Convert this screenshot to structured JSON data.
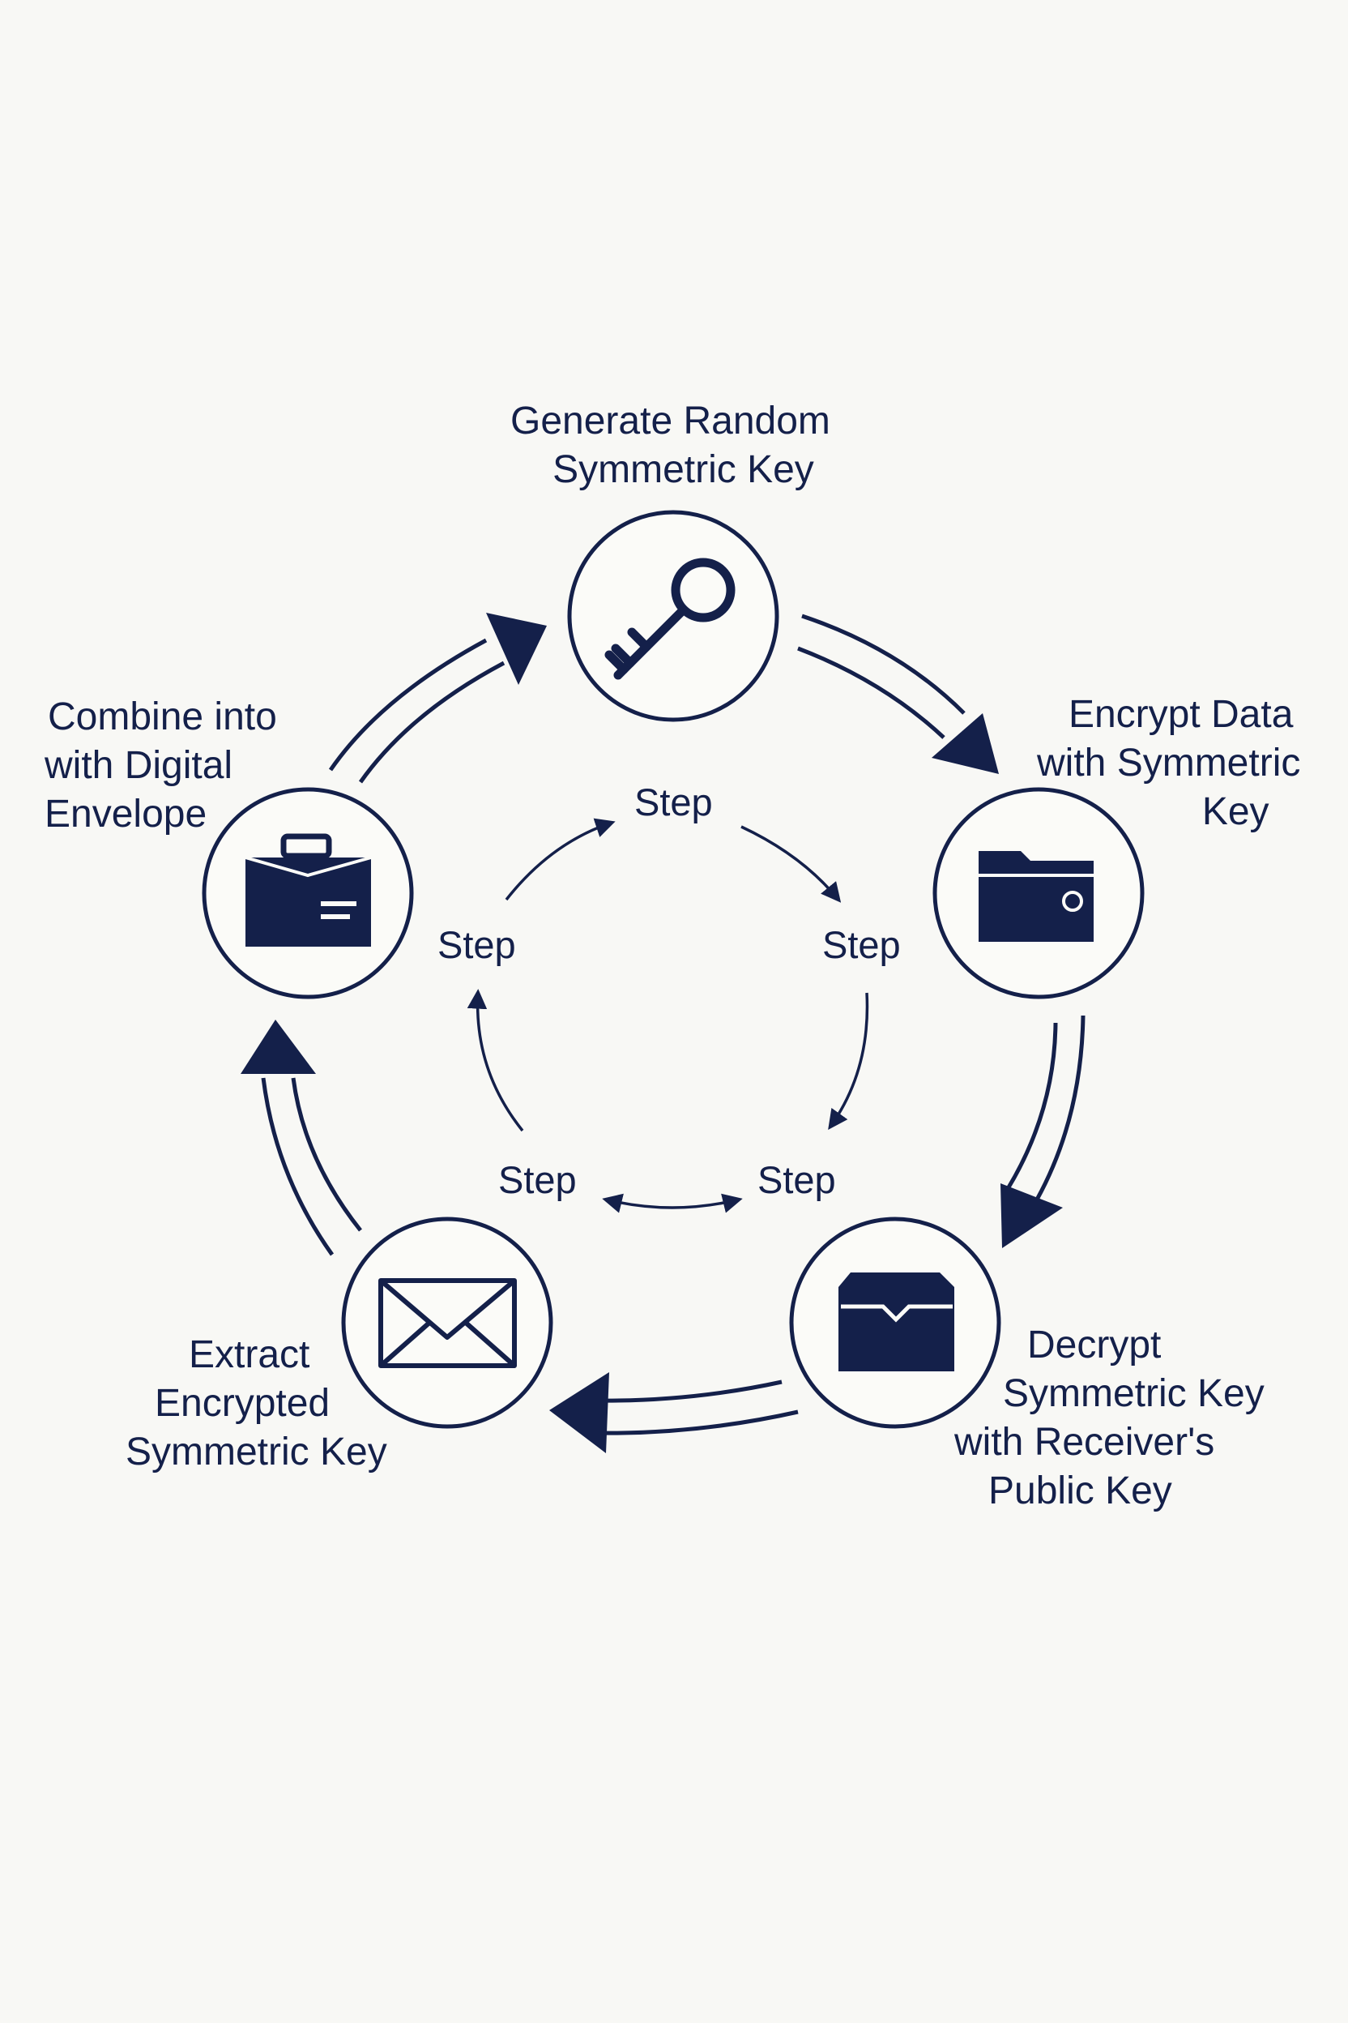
{
  "colors": {
    "ink": "#14204a",
    "background": "#f8f8f5"
  },
  "nodes": {
    "generate": {
      "lines": [
        "Generate Random",
        "Symmetric Key"
      ],
      "icon": "key-icon"
    },
    "encrypt": {
      "lines": [
        "Encrypt Data",
        "with Symmetric",
        "Key"
      ],
      "icon": "folder-icon"
    },
    "decrypt": {
      "lines": [
        "Decrypt",
        "Symmetric Key",
        "with Receiver's",
        "Public Key"
      ],
      "icon": "briefcase-icon"
    },
    "extract": {
      "lines": [
        "Extract",
        "Encrypted",
        "Symmetric Key"
      ],
      "icon": "envelope-icon"
    },
    "combine": {
      "lines": [
        "Combine into",
        "with Digital",
        "Envelope"
      ],
      "icon": "box-icon"
    }
  },
  "inner_steps": [
    "Step",
    "Step",
    "Step",
    "Step",
    "Step"
  ]
}
